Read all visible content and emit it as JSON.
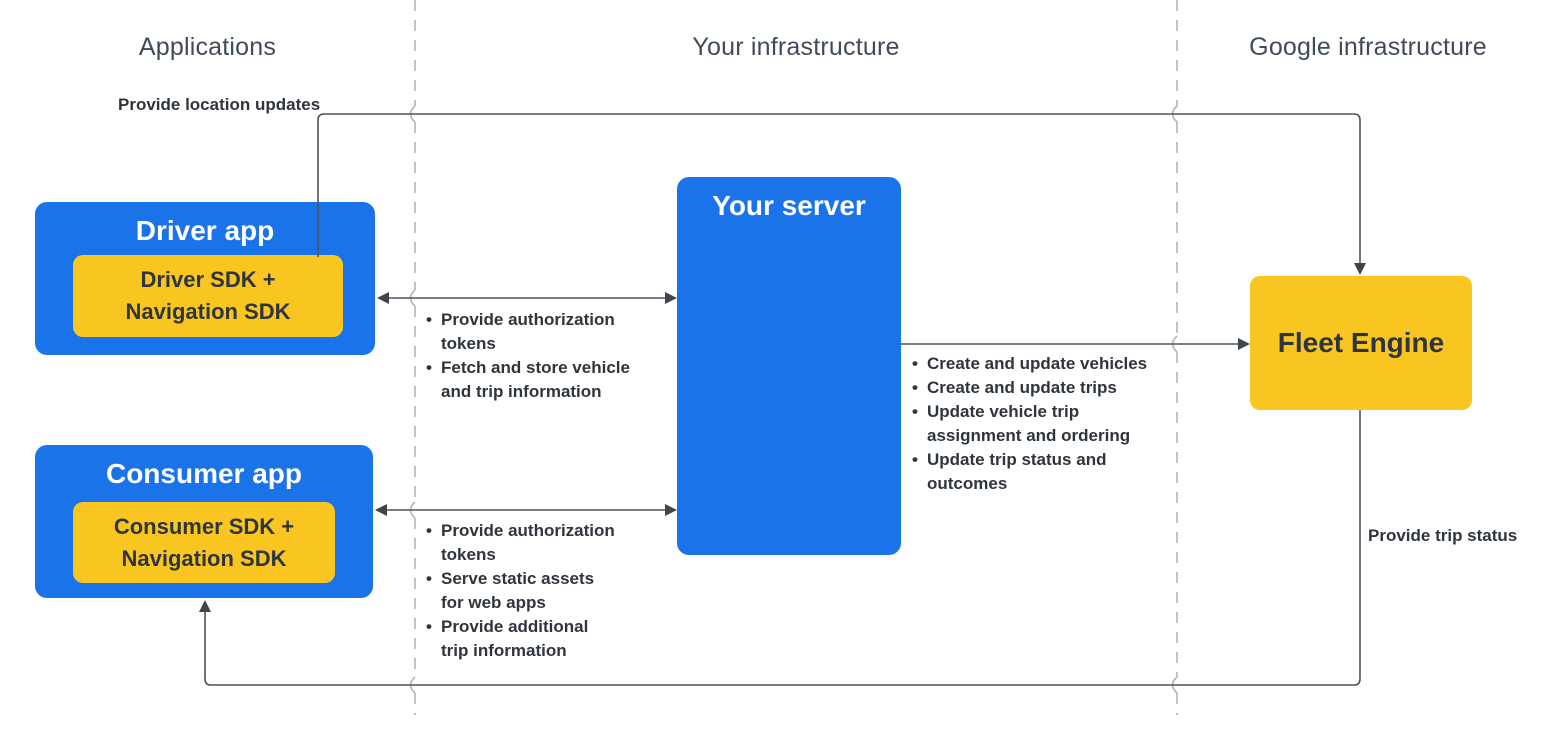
{
  "headers": {
    "applications": "Applications",
    "your_infrastructure": "Your infrastructure",
    "google_infrastructure": "Google infrastructure"
  },
  "nodes": {
    "driver_app": {
      "title": "Driver app",
      "sdk": "Driver SDK +\nNavigation SDK"
    },
    "consumer_app": {
      "title": "Consumer app",
      "sdk": "Consumer SDK +\nNavigation SDK"
    },
    "your_server": {
      "title": "Your server"
    },
    "fleet_engine": {
      "title": "Fleet Engine"
    }
  },
  "edges": {
    "location_updates_label": "Provide location updates",
    "trip_status_label": "Provide trip status",
    "driver_server_items": [
      "Provide authorization\ntokens",
      "Fetch and store vehicle\nand trip information"
    ],
    "consumer_server_items": [
      "Provide authorization\ntokens",
      "Serve static assets\nfor web apps",
      "Provide additional\ntrip information"
    ],
    "server_fleet_items": [
      "Create and update vehicles",
      "Create and update trips",
      "Update vehicle trip\nassignment and ordering",
      "Update trip status and\noutcomes"
    ]
  },
  "colors": {
    "node_blue": "#1a73e8",
    "node_yellow": "#f9c520",
    "solid_line": "#4e545b",
    "dashed_line": "#b0b4b9",
    "dark_text": "#2f353c",
    "header_text": "#414b57"
  }
}
